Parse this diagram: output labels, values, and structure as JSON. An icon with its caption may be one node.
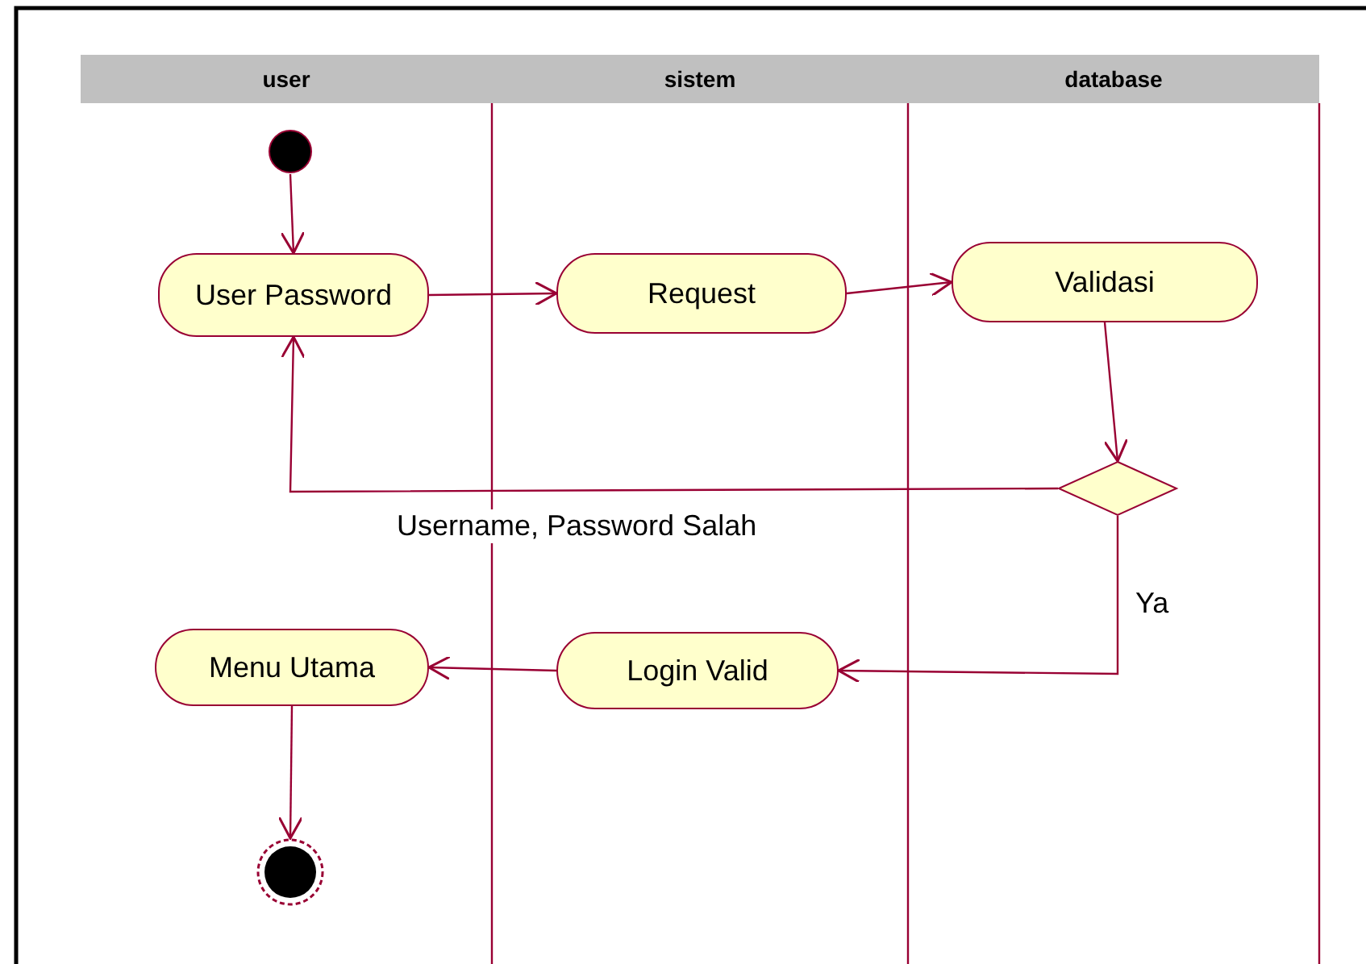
{
  "diagram": {
    "nodes": [
      {
        "text": [],
        "shape": "circle"
      },
      {
        "text": [
          "User Password"
        ]
      },
      {
        "text": [
          "Request"
        ]
      },
      {
        "text": [
          "Validasi"
        ]
      },
      {
        "text": [],
        "shape": "diamond"
      },
      {
        "text": [
          "Login Valid"
        ]
      },
      {
        "text": [
          "Menu Utama"
        ]
      },
      {
        "text": [],
        "shape": "circle"
      }
    ],
    "edges": [
      {
        "from": 0,
        "to": 1,
        "arrow": "to"
      },
      {
        "from": 1,
        "to": 2,
        "arrow": "to"
      },
      {
        "from": 2,
        "to": 3,
        "arrow": "to"
      },
      {
        "from": 3,
        "to": 4,
        "arrow": "to"
      },
      {
        "from": 4,
        "to": 1,
        "arrow": "to",
        "label": "Username, Password Salah"
      },
      {
        "from": 4,
        "to": 5,
        "arrow": "to",
        "label": "Ya"
      },
      {
        "from": 5,
        "to": 6,
        "arrow": "to"
      },
      {
        "from": 6,
        "to": 7,
        "arrow": "to"
      }
    ],
    "labels": [
      "user",
      "sistem",
      "database"
    ]
  }
}
